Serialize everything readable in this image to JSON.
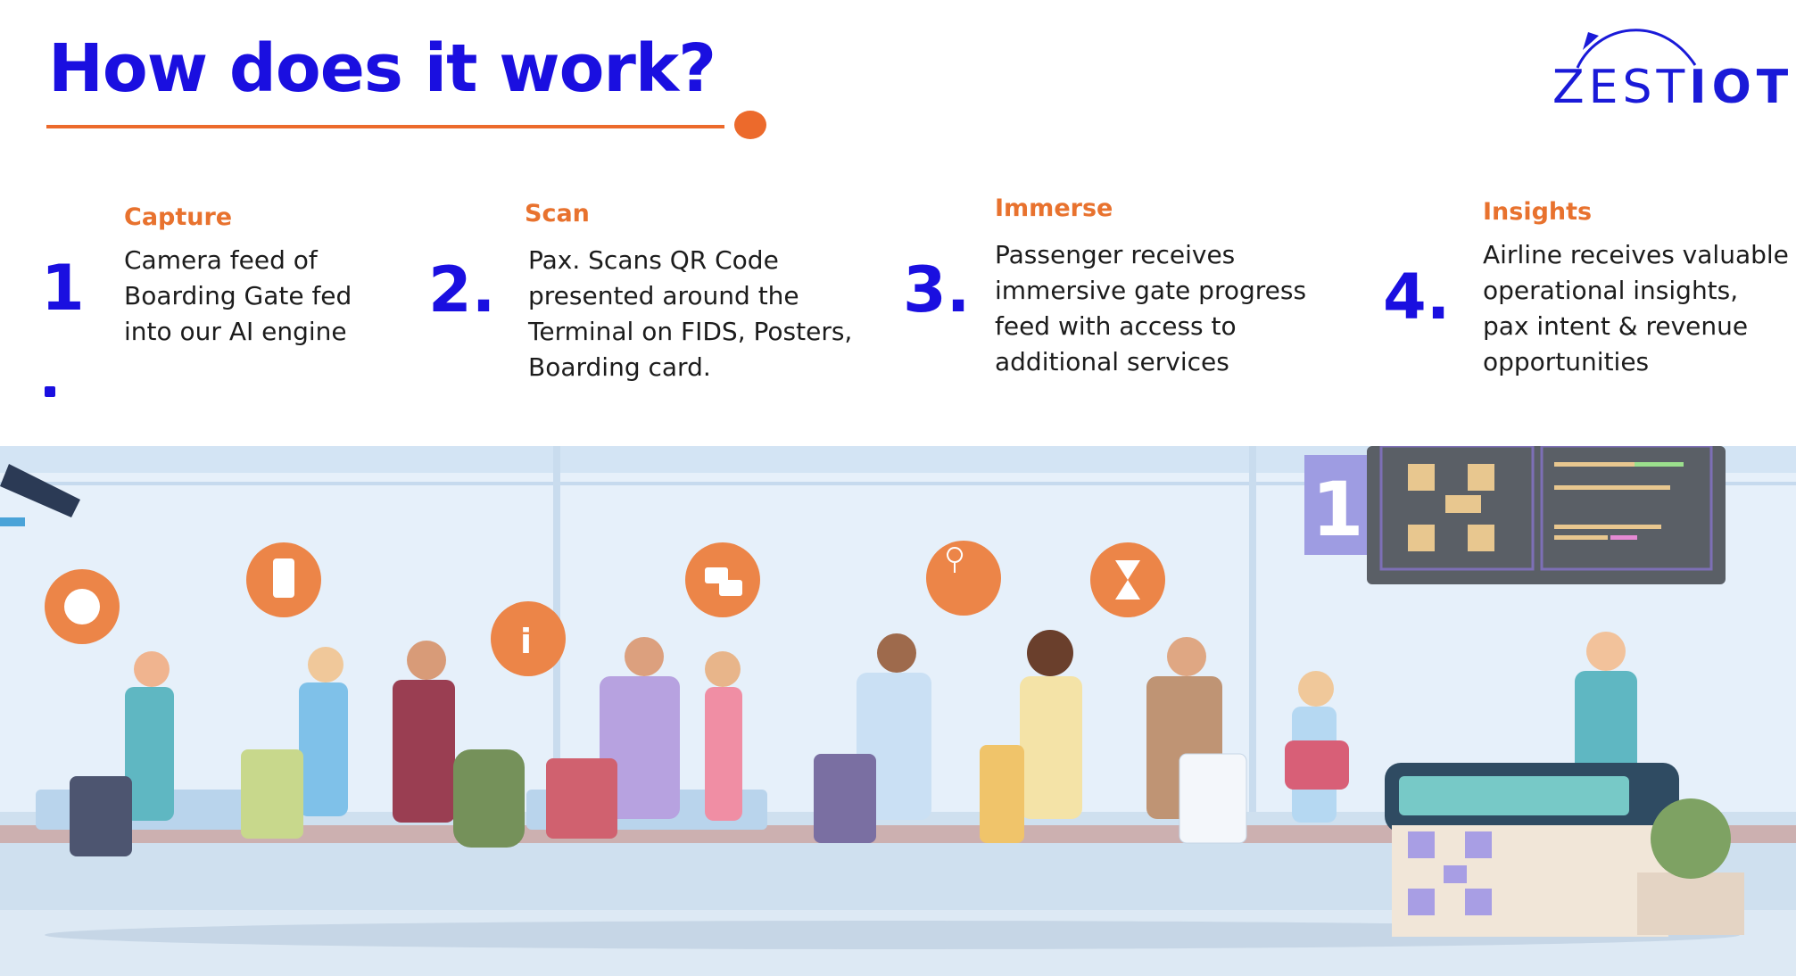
{
  "title": "How does it work?",
  "logo": {
    "light": "ZEST",
    "bold": "IOT",
    "icon": "arrow-arc-icon"
  },
  "steps": [
    {
      "number": "1",
      "title": "Capture",
      "description": "Camera feed of\nBoarding Gate fed\ninto our AI engine"
    },
    {
      "number": "2.",
      "title": "Scan",
      "description": "Pax. Scans QR Code\npresented around the\nTerminal on FIDS, Posters,\nBoarding card."
    },
    {
      "number": "3.",
      "title": "Immerse",
      "description": "Passenger receives\nimmersive gate progress\nfeed with access to\nadditional services"
    },
    {
      "number": "4.",
      "title": "Insights",
      "description": "Airline receives valuable\noperational insights,\npax intent & revenue\nopportunities"
    }
  ],
  "illustration": {
    "gate_sign": "1",
    "icons": [
      "security-camera-icon",
      "angry-face-icon",
      "shopping-phone-icon",
      "info-icon",
      "chat-bubbles-icon",
      "map-pins-icon",
      "hourglass-icon",
      "qr-code-icon",
      "boarding-pass-icon"
    ]
  },
  "colors": {
    "brand_blue": "#1a0fe0",
    "accent_orange": "#ec6a2c",
    "logo_blue": "#1a1ad8"
  }
}
